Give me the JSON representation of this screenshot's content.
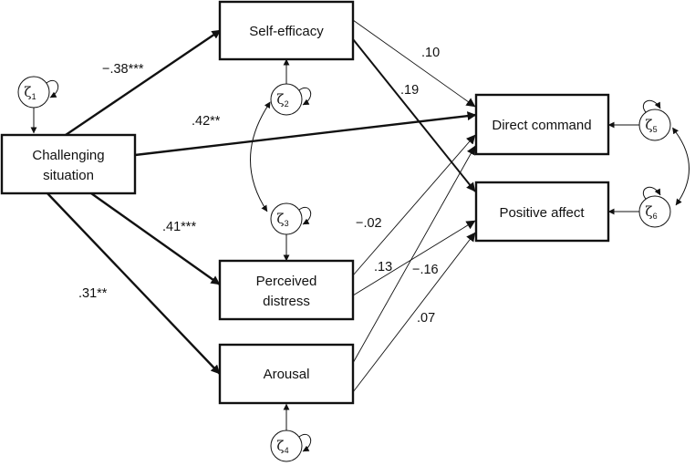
{
  "nodes": {
    "challenging": {
      "lines": [
        "Challenging",
        "situation"
      ]
    },
    "self_efficacy": {
      "lines": [
        "Self-efficacy"
      ]
    },
    "distress": {
      "lines": [
        "Perceived",
        "distress"
      ]
    },
    "arousal": {
      "lines": [
        "Arousal"
      ]
    },
    "direct_command": {
      "lines": [
        "Direct command"
      ]
    },
    "positive_affect": {
      "lines": [
        "Positive affect"
      ]
    }
  },
  "disturbances": [
    {
      "id": "z1",
      "symbol": "ζ",
      "sub": "1"
    },
    {
      "id": "z2",
      "symbol": "ζ",
      "sub": "2"
    },
    {
      "id": "z3",
      "symbol": "ζ",
      "sub": "3"
    },
    {
      "id": "z4",
      "symbol": "ζ",
      "sub": "4"
    },
    {
      "id": "z5",
      "symbol": "ζ",
      "sub": "5"
    },
    {
      "id": "z6",
      "symbol": "ζ",
      "sub": "6"
    }
  ],
  "paths": [
    {
      "id": "ch-se",
      "label": "−.38***"
    },
    {
      "id": "ch-dc",
      "label": ".42**"
    },
    {
      "id": "ch-pd",
      "label": ".41***"
    },
    {
      "id": "ch-ar",
      "label": ".31**"
    },
    {
      "id": "se-dc",
      "label": ".10"
    },
    {
      "id": "se-pa",
      "label": ".19"
    },
    {
      "id": "pd-dc",
      "label": "−.02"
    },
    {
      "id": "pd-pa",
      "label": ".13"
    },
    {
      "id": "ar-dc",
      "label": "−.16"
    },
    {
      "id": "ar-pa",
      "label": ".07"
    }
  ]
}
